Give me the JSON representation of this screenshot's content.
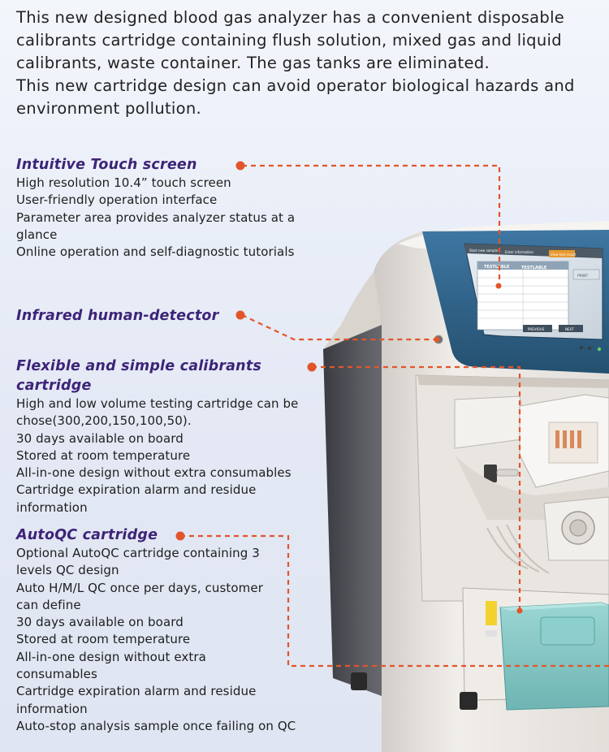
{
  "intro": {
    "paragraph1": "This new designed blood gas analyzer has a convenient  disposable calibrants cartridge containing flush solution,  mixed gas and liquid calibrants, waste container. The gas  tanks are eliminated.",
    "paragraph2": "This new cartridge design can avoid operator biological  hazards and environment pollution."
  },
  "sections": [
    {
      "title": "Intuitive Touch screen",
      "items": [
        "High resolution 10.4” touch screen",
        "User-friendly operation interface",
        "Parameter area provides analyzer status at a glance",
        "Online operation and self-diagnostic tutorials"
      ]
    },
    {
      "title": "Infrared human-detector",
      "items": []
    },
    {
      "title": "Flexible and simple calibrants cartridge",
      "items": [
        "High and low volume testing cartridge can be chose(300,200,150,100,50).",
        "30 days available on board",
        "Stored at room temperature",
        "All-in-one design without extra consumables",
        "Cartridge expiration alarm and residue information"
      ]
    },
    {
      "title": "AutoQC cartridge",
      "items": [
        "Optional AutoQC cartridge containing 3 levels QC design",
        "Auto H/M/L QC once per days, customer can define",
        "30 days available on board",
        "Stored at room temperature",
        "All-in-one design without extra consumables",
        "Cartridge expiration alarm and residue information",
        "Auto-stop analysis sample once failing on QC"
      ]
    }
  ],
  "screen_ui": {
    "tabs": [
      "Start new sample",
      "Enter information",
      "View test result"
    ],
    "table_header_1": "TESTLABLE",
    "table_header_2": "TESTLABLE",
    "button_print": "PRINT",
    "button_previous": "PREVIOUS",
    "button_next": "NEXT"
  },
  "colors": {
    "heading": "#3d2478",
    "callout": "#e2552b",
    "text": "#1e1e1e",
    "device_body": "#e8e4df",
    "screen_bezel": "#2f5f86",
    "cartridge": "#7fc6c4"
  }
}
